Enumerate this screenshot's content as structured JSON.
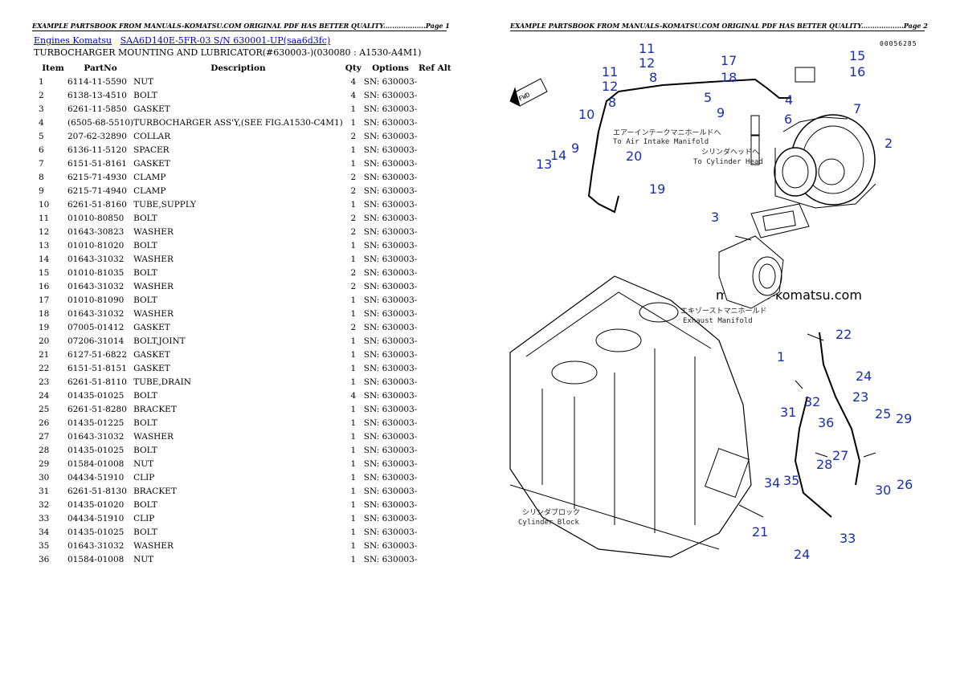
{
  "page1": {
    "header": "EXAMPLE PARTSBOOK FROM MANUALS-KOMATSU.COM ORIGINAL PDF HAS BETTER QUALITY...................Page 1",
    "breadcrumb": {
      "link1": "Engines Komatsu",
      "link2": "SAA6D140E-5FR-03 S/N 630001-UP(saa6d3fc)"
    },
    "subtitle": "TURBOCHARGER MOUNTING AND LUBRICATOR(#630003-)(030080 : A1530-A4M1)",
    "columns": [
      "Item",
      "PartNo",
      "Description",
      "Qty",
      "Options",
      "Ref Alt"
    ],
    "rows": [
      [
        "1",
        "6114-11-5590",
        "NUT",
        "4",
        "SN: 630003-",
        ""
      ],
      [
        "2",
        "6138-13-4510",
        "BOLT",
        "4",
        "SN: 630003-",
        ""
      ],
      [
        "3",
        "6261-11-5850",
        "GASKET",
        "1",
        "SN: 630003-",
        ""
      ],
      [
        "4",
        "(6505-68-5510)",
        "TURBOCHARGER ASS'Y,(SEE FIG.A1530-C4M1)",
        "1",
        "SN: 630003-",
        ""
      ],
      [
        "5",
        "207-62-32890",
        "COLLAR",
        "2",
        "SN: 630003-",
        ""
      ],
      [
        "6",
        "6136-11-5120",
        "SPACER",
        "1",
        "SN: 630003-",
        ""
      ],
      [
        "7",
        "6151-51-8161",
        "GASKET",
        "1",
        "SN: 630003-",
        ""
      ],
      [
        "8",
        "6215-71-4930",
        "CLAMP",
        "2",
        "SN: 630003-",
        ""
      ],
      [
        "9",
        "6215-71-4940",
        "CLAMP",
        "2",
        "SN: 630003-",
        ""
      ],
      [
        "10",
        "6261-51-8160",
        "TUBE,SUPPLY",
        "1",
        "SN: 630003-",
        ""
      ],
      [
        "11",
        "01010-80850",
        "BOLT",
        "2",
        "SN: 630003-",
        ""
      ],
      [
        "12",
        "01643-30823",
        "WASHER",
        "2",
        "SN: 630003-",
        ""
      ],
      [
        "13",
        "01010-81020",
        "BOLT",
        "1",
        "SN: 630003-",
        ""
      ],
      [
        "14",
        "01643-31032",
        "WASHER",
        "1",
        "SN: 630003-",
        ""
      ],
      [
        "15",
        "01010-81035",
        "BOLT",
        "2",
        "SN: 630003-",
        ""
      ],
      [
        "16",
        "01643-31032",
        "WASHER",
        "2",
        "SN: 630003-",
        ""
      ],
      [
        "17",
        "01010-81090",
        "BOLT",
        "1",
        "SN: 630003-",
        ""
      ],
      [
        "18",
        "01643-31032",
        "WASHER",
        "1",
        "SN: 630003-",
        ""
      ],
      [
        "19",
        "07005-01412",
        "GASKET",
        "2",
        "SN: 630003-",
        ""
      ],
      [
        "20",
        "07206-31014",
        "BOLT,JOINT",
        "1",
        "SN: 630003-",
        ""
      ],
      [
        "21",
        "6127-51-6822",
        "GASKET",
        "1",
        "SN: 630003-",
        ""
      ],
      [
        "22",
        "6151-51-8151",
        "GASKET",
        "1",
        "SN: 630003-",
        ""
      ],
      [
        "23",
        "6261-51-8110",
        "TUBE,DRAIN",
        "1",
        "SN: 630003-",
        ""
      ],
      [
        "24",
        "01435-01025",
        "BOLT",
        "4",
        "SN: 630003-",
        ""
      ],
      [
        "25",
        "6261-51-8280",
        "BRACKET",
        "1",
        "SN: 630003-",
        ""
      ],
      [
        "26",
        "01435-01225",
        "BOLT",
        "1",
        "SN: 630003-",
        ""
      ],
      [
        "27",
        "01643-31032",
        "WASHER",
        "1",
        "SN: 630003-",
        ""
      ],
      [
        "28",
        "01435-01025",
        "BOLT",
        "1",
        "SN: 630003-",
        ""
      ],
      [
        "29",
        "01584-01008",
        "NUT",
        "1",
        "SN: 630003-",
        ""
      ],
      [
        "30",
        "04434-51910",
        "CLIP",
        "1",
        "SN: 630003-",
        ""
      ],
      [
        "31",
        "6261-51-8130",
        "BRACKET",
        "1",
        "SN: 630003-",
        ""
      ],
      [
        "32",
        "01435-01020",
        "BOLT",
        "1",
        "SN: 630003-",
        ""
      ],
      [
        "33",
        "04434-51910",
        "CLIP",
        "1",
        "SN: 630003-",
        ""
      ],
      [
        "34",
        "01435-01025",
        "BOLT",
        "1",
        "SN: 630003-",
        ""
      ],
      [
        "35",
        "01643-31032",
        "WASHER",
        "1",
        "SN: 630003-",
        ""
      ],
      [
        "36",
        "01584-01008",
        "NUT",
        "1",
        "SN: 630003-",
        ""
      ]
    ]
  },
  "page2": {
    "header": "EXAMPLE PARTSBOOK FROM MANUALS-KOMATSU.COM ORIGINAL PDF HAS BETTER QUALITY...................Page 2",
    "drawing_code": "00056285",
    "watermark": "manuals-komatsu.com",
    "fwd_label": "FWD",
    "labels": {
      "air_intake_jp": "エアーインテークマニホールドへ",
      "air_intake_en": "To Air Intake Manifold",
      "cyl_head_jp": "シリンダヘッドへ",
      "cyl_head_en": "To Cylinder Head",
      "exhaust_jp": "エキゾーストマニホールド",
      "exhaust_en": "Exhaust Manifold",
      "cyl_block_jp": "シリンダブロック",
      "cyl_block_en": "Cylinder Block"
    },
    "callouts": [
      "1",
      "2",
      "3",
      "4",
      "5",
      "6",
      "7",
      "8",
      "8",
      "9",
      "9",
      "10",
      "11",
      "11",
      "12",
      "12",
      "13",
      "14",
      "15",
      "16",
      "17",
      "18",
      "19",
      "20",
      "21",
      "22",
      "23",
      "24",
      "24",
      "25",
      "26",
      "27",
      "28",
      "29",
      "30",
      "31",
      "32",
      "33",
      "34",
      "35",
      "36"
    ]
  },
  "colors": {
    "callout": "#1a2fb0",
    "link": "#0000cc"
  }
}
